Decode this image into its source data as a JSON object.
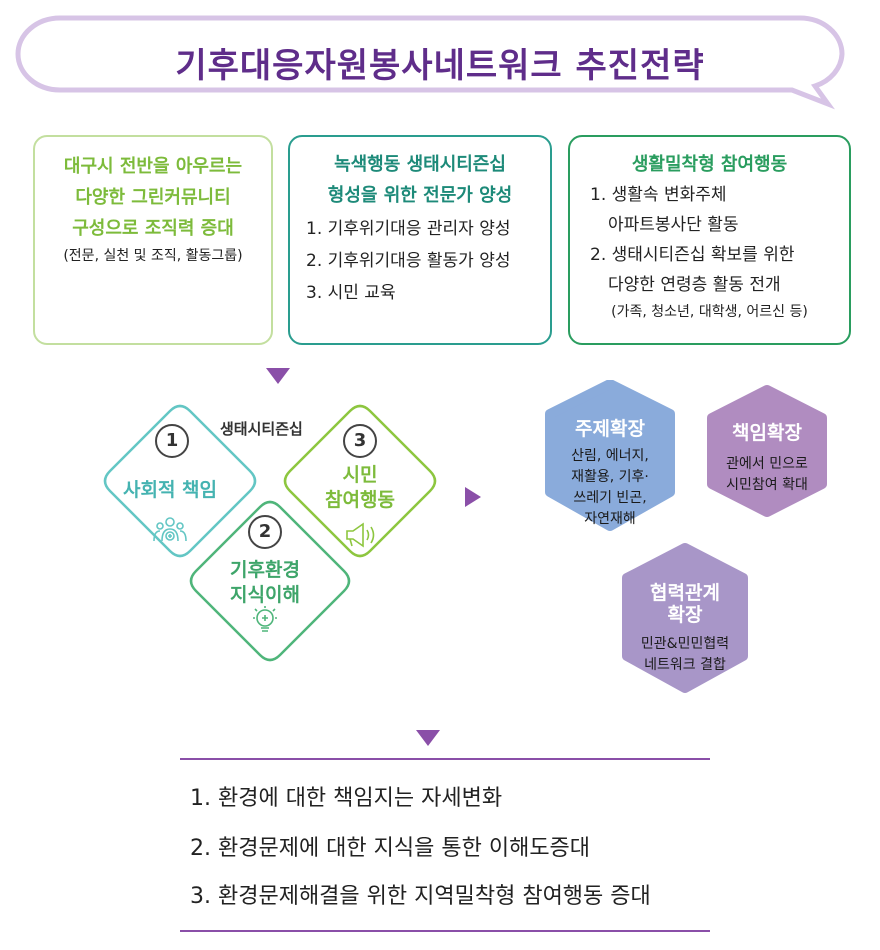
{
  "title": "기후대응자원봉사네트워크 추진전략",
  "boxes": [
    {
      "heading_lines": [
        "대구시 전반을 아우르는",
        "다양한 그린커뮤니티",
        "구성으로 조직력 증대"
      ],
      "note": "(전문, 실천 및 조직, 활동그룹)"
    },
    {
      "heading_lines": [
        "녹색행동 생태시티즌십",
        "형성을 위한 전문가 양성"
      ],
      "items": [
        "1. 기후위기대응 관리자 양성",
        "2. 기후위기대응 활동가 양성",
        "3. 시민 교육"
      ]
    },
    {
      "heading_lines": [
        "생활밀착형 참여행동"
      ],
      "items": [
        "1. 생활속 변화주체",
        "아파트봉사단 활동",
        "2. 생태시티즌십 확보를 위한",
        "다양한 연령층 활동 전개"
      ],
      "note": "(가족, 청소년, 대학생, 어르신 등)"
    }
  ],
  "diamond_group_label": "생태시티즌십",
  "diamonds": [
    {
      "number": "1",
      "lines": [
        "사회적 책임"
      ],
      "icon": "people-icon",
      "color": "#63c6c4"
    },
    {
      "number": "2",
      "lines": [
        "기후환경",
        "지식이해"
      ],
      "icon": "lightbulb-icon",
      "color": "#4fb57a"
    },
    {
      "number": "3",
      "lines": [
        "시민",
        "참여행동"
      ],
      "icon": "megaphone-icon",
      "color": "#8dc63f"
    }
  ],
  "hexagons": [
    {
      "title_lines": [
        "주제확장"
      ],
      "body_lines": [
        "산림, 에너지,",
        "재활용, 기후·",
        "쓰레기 빈곤,",
        "자연재해"
      ],
      "color": "#8aabdb"
    },
    {
      "title_lines": [
        "책임확장"
      ],
      "body_lines": [
        "관에서 민으로",
        "시민참여 확대"
      ],
      "color": "#b08cc0"
    },
    {
      "title_lines": [
        "협력관계",
        "확장"
      ],
      "body_lines": [
        "민관&민민협력",
        "네트워크 결합"
      ],
      "color": "#a896c8"
    }
  ],
  "outcomes": [
    "1. 환경에 대한 책임지는 자세변화",
    "2. 환경문제에 대한 지식을 통한 이해도증대",
    "3. 환경문제해결을 위한 지역밀착형 참여행동 증대"
  ],
  "colors": {
    "title": "#5f2d8a",
    "arrow": "#8a4fa8",
    "box1_border": "#c3df9f",
    "box2_border": "#2a9d8f",
    "box3_border": "#2a9d5f"
  }
}
